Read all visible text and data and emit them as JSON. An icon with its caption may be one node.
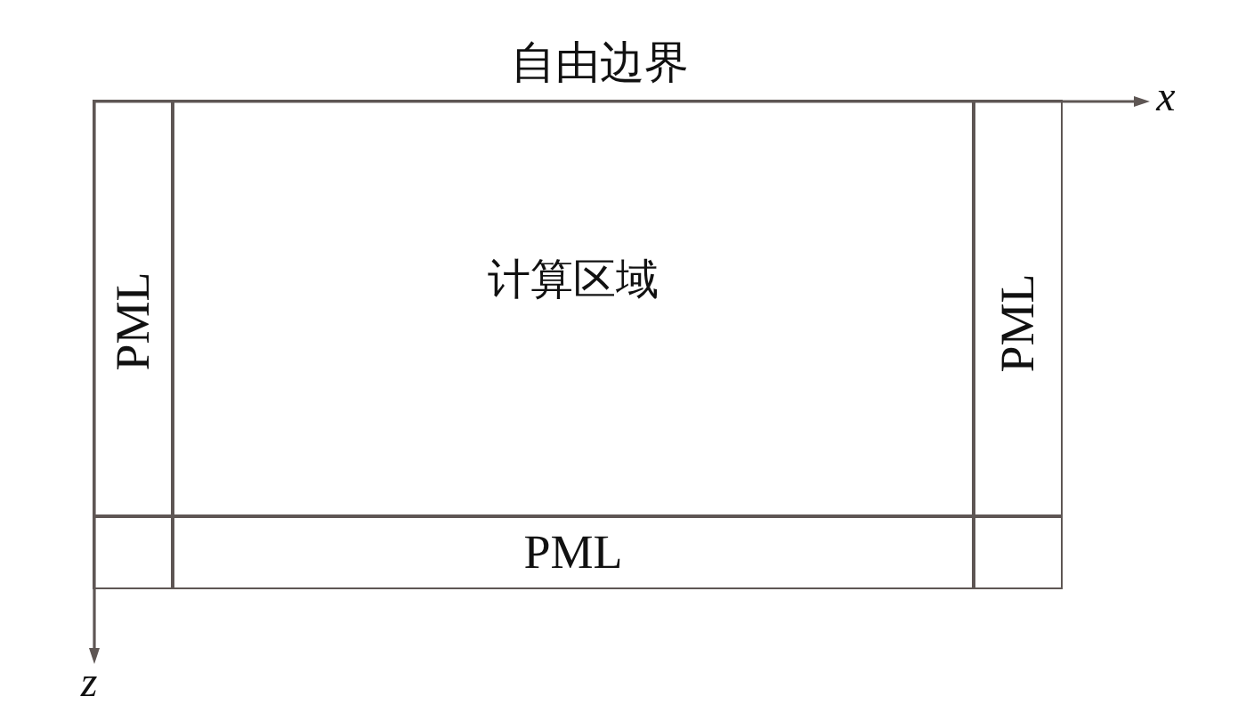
{
  "diagram": {
    "nodes": [
      {
        "text": [
          "PML"
        ]
      },
      {
        "text": [
          "计算区域"
        ]
      },
      {
        "text": [
          "PML"
        ]
      },
      {
        "text": [],
        "shape": "box"
      },
      {
        "text": [
          "PML"
        ]
      },
      {
        "text": [],
        "shape": "box"
      }
    ],
    "labels": [
      "自由边界",
      "x",
      "z"
    ]
  }
}
